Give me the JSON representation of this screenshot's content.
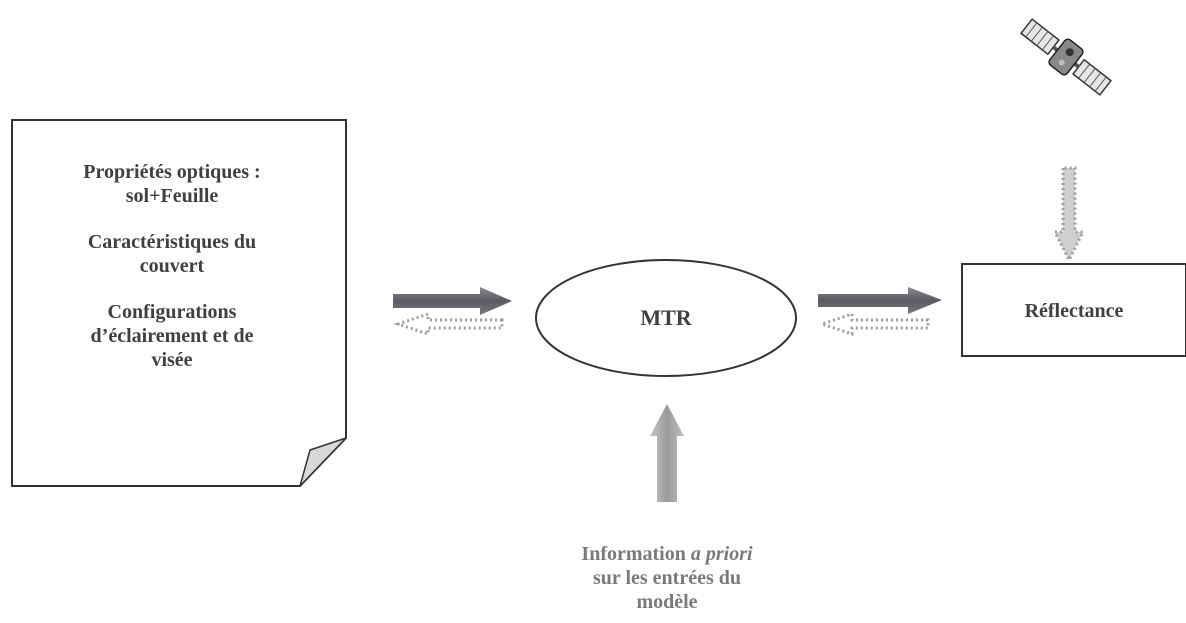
{
  "input_note": {
    "line1": "Propriétés optiques :",
    "line2": "sol+Feuille",
    "line3": "Caractéristiques du",
    "line4": "couvert",
    "line5": "Configurations",
    "line6": "d’éclairement et de",
    "line7": "visée"
  },
  "model_node": {
    "label": "MTR"
  },
  "output_node": {
    "label": "Réflectance"
  },
  "prior_info": {
    "part1": "Information",
    "part2_italic": "a priori",
    "line2": "sur les entrées du",
    "line3": "modèle"
  },
  "colors": {
    "forward_arrow": "#6a6a72",
    "reverse_arrow": "#9c9c9c",
    "prior_arrow": "#a0a0a0",
    "stroke": "#333333",
    "note_fold": "#d8d8d8"
  },
  "icons": [
    "satellite-icon"
  ]
}
